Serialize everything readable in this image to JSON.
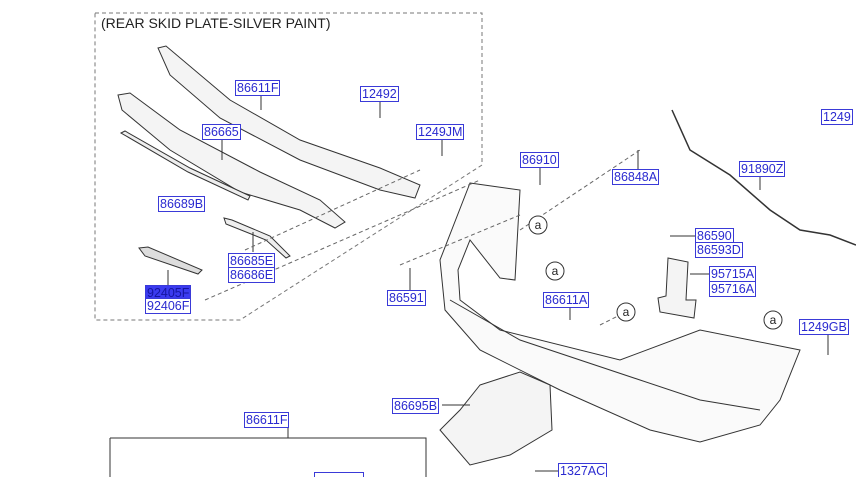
{
  "caption": "(REAR SKID PLATE-SILVER PAINT)",
  "callout_letter": "a",
  "labels": {
    "p86611F_top": "86611F",
    "p12492": "12492",
    "p86665": "86665",
    "p1249JM": "1249JM",
    "p86689B": "86689B",
    "p86685E": "86685E",
    "p86686E": "86686E",
    "p92405F": "92405F",
    "p92406F": "92406F",
    "p86910": "86910",
    "p86848A": "86848A",
    "p1249_cut": "1249",
    "p91890Z": "91890Z",
    "p86590": "86590",
    "p86593D": "86593D",
    "p95715A": "95715A",
    "p95716A": "95716A",
    "p86591": "86591",
    "p86611A": "86611A",
    "p1249GB": "1249GB",
    "p86695B": "86695B",
    "p86611F_bottom": "86611F",
    "p1327AC": "1327AC"
  },
  "colors": {
    "label": "#2a2ad0",
    "highlight": "#3b3bef"
  }
}
